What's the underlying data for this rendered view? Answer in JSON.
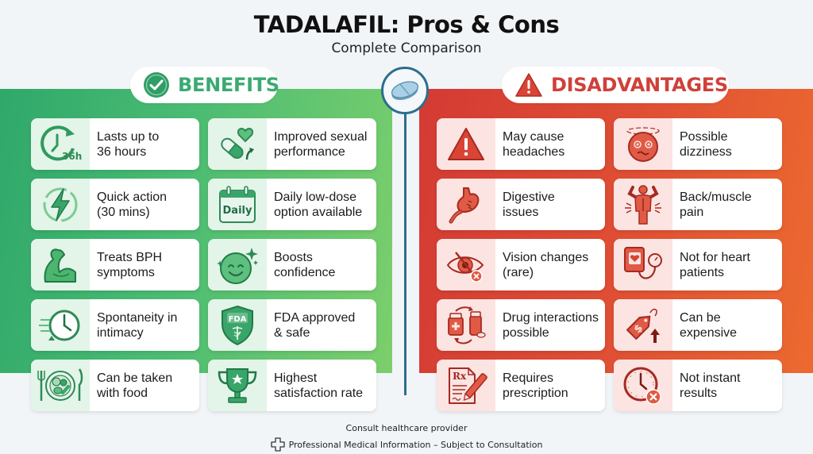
{
  "header": {
    "title": "TADALAFIL: Pros & Cons",
    "subtitle": "Complete Comparison"
  },
  "benefits": {
    "label": "BENEFITS",
    "icon": "check-circle-icon",
    "accent": "#3aaa72",
    "items": [
      {
        "label": "Lasts up to 36 hours",
        "line1": "Lasts up to",
        "line2": "36 hours",
        "icon": "clock-36h-icon",
        "icon_text": "36h"
      },
      {
        "label": "Improved sexual performance",
        "line1": "Improved sexual",
        "line2": "performance",
        "icon": "pill-heart-icon"
      },
      {
        "label": "Quick action (30 mins)",
        "line1": "Quick action",
        "line2": "(30 mins)",
        "icon": "lightning-icon"
      },
      {
        "label": "Daily low-dose option available",
        "line1": "Daily low-dose",
        "line2": "option available",
        "icon": "calendar-daily-icon",
        "icon_text": "Daily"
      },
      {
        "label": "Treats BPH symptoms",
        "line1": "Treats BPH",
        "line2": "symptoms",
        "icon": "muscle-arm-icon"
      },
      {
        "label": "Boosts confidence",
        "line1": "Boosts",
        "line2": "confidence",
        "icon": "smiley-face-icon"
      },
      {
        "label": "Spontaneity in intimacy",
        "line1": "Spontaneity in",
        "line2": "intimacy",
        "icon": "fast-clock-icon"
      },
      {
        "label": "FDA approved & safe",
        "line1": "FDA approved",
        "line2": "& safe",
        "icon": "fda-shield-icon",
        "icon_text": "FDA"
      },
      {
        "label": "Can be taken with food",
        "line1": "Can be taken",
        "line2": "with food",
        "icon": "plate-food-icon"
      },
      {
        "label": "Highest satisfaction rate",
        "line1": "Highest",
        "line2": "satisfaction rate",
        "icon": "trophy-icon"
      }
    ]
  },
  "disadvantages": {
    "label": "DISADVANTAGES",
    "icon": "warning-triangle-icon",
    "accent": "#d0403a",
    "items": [
      {
        "label": "May cause headaches",
        "line1": "May cause",
        "line2": "headaches",
        "icon": "warning-triangle-icon"
      },
      {
        "label": "Possible dizziness",
        "line1": "Possible",
        "line2": "dizziness",
        "icon": "dizzy-face-icon"
      },
      {
        "label": "Digestive issues",
        "line1": "Digestive",
        "line2": "issues",
        "icon": "stomach-icon"
      },
      {
        "label": "Back/muscle pain",
        "line1": "Back/muscle",
        "line2": "pain",
        "icon": "back-pain-icon"
      },
      {
        "label": "Vision changes (rare)",
        "line1": "Vision changes",
        "line2": "(rare)",
        "icon": "eye-crossed-icon"
      },
      {
        "label": "Not for heart patients",
        "line1": "Not for heart",
        "line2": "patients",
        "icon": "blood-pressure-icon"
      },
      {
        "label": "Drug interactions possible",
        "line1": "Drug interactions",
        "line2": "possible",
        "icon": "pill-bottles-swap-icon"
      },
      {
        "label": "Can be expensive",
        "line1": "Can be",
        "line2": "expensive",
        "icon": "price-tag-up-icon",
        "icon_text": "$"
      },
      {
        "label": "Requires prescription",
        "line1": "Requires",
        "line2": "prescription",
        "icon": "prescription-icon",
        "icon_text": "Rx"
      },
      {
        "label": "Not instant results",
        "line1": "Not instant",
        "line2": "results",
        "icon": "clock-x-icon"
      }
    ]
  },
  "center_icon": "pill-icon",
  "footer": {
    "line1": "Consult healthcare provider",
    "line2": "Professional Medical Information – Subject to Consultation",
    "icon": "medical-cross-icon"
  },
  "colors": {
    "green_start": "#2fa86a",
    "green_end": "#7ccf6c",
    "red_start": "#d43a34",
    "red_end": "#ec6a30",
    "divider": "#2d6e8c",
    "background": "#f2f5f8"
  }
}
